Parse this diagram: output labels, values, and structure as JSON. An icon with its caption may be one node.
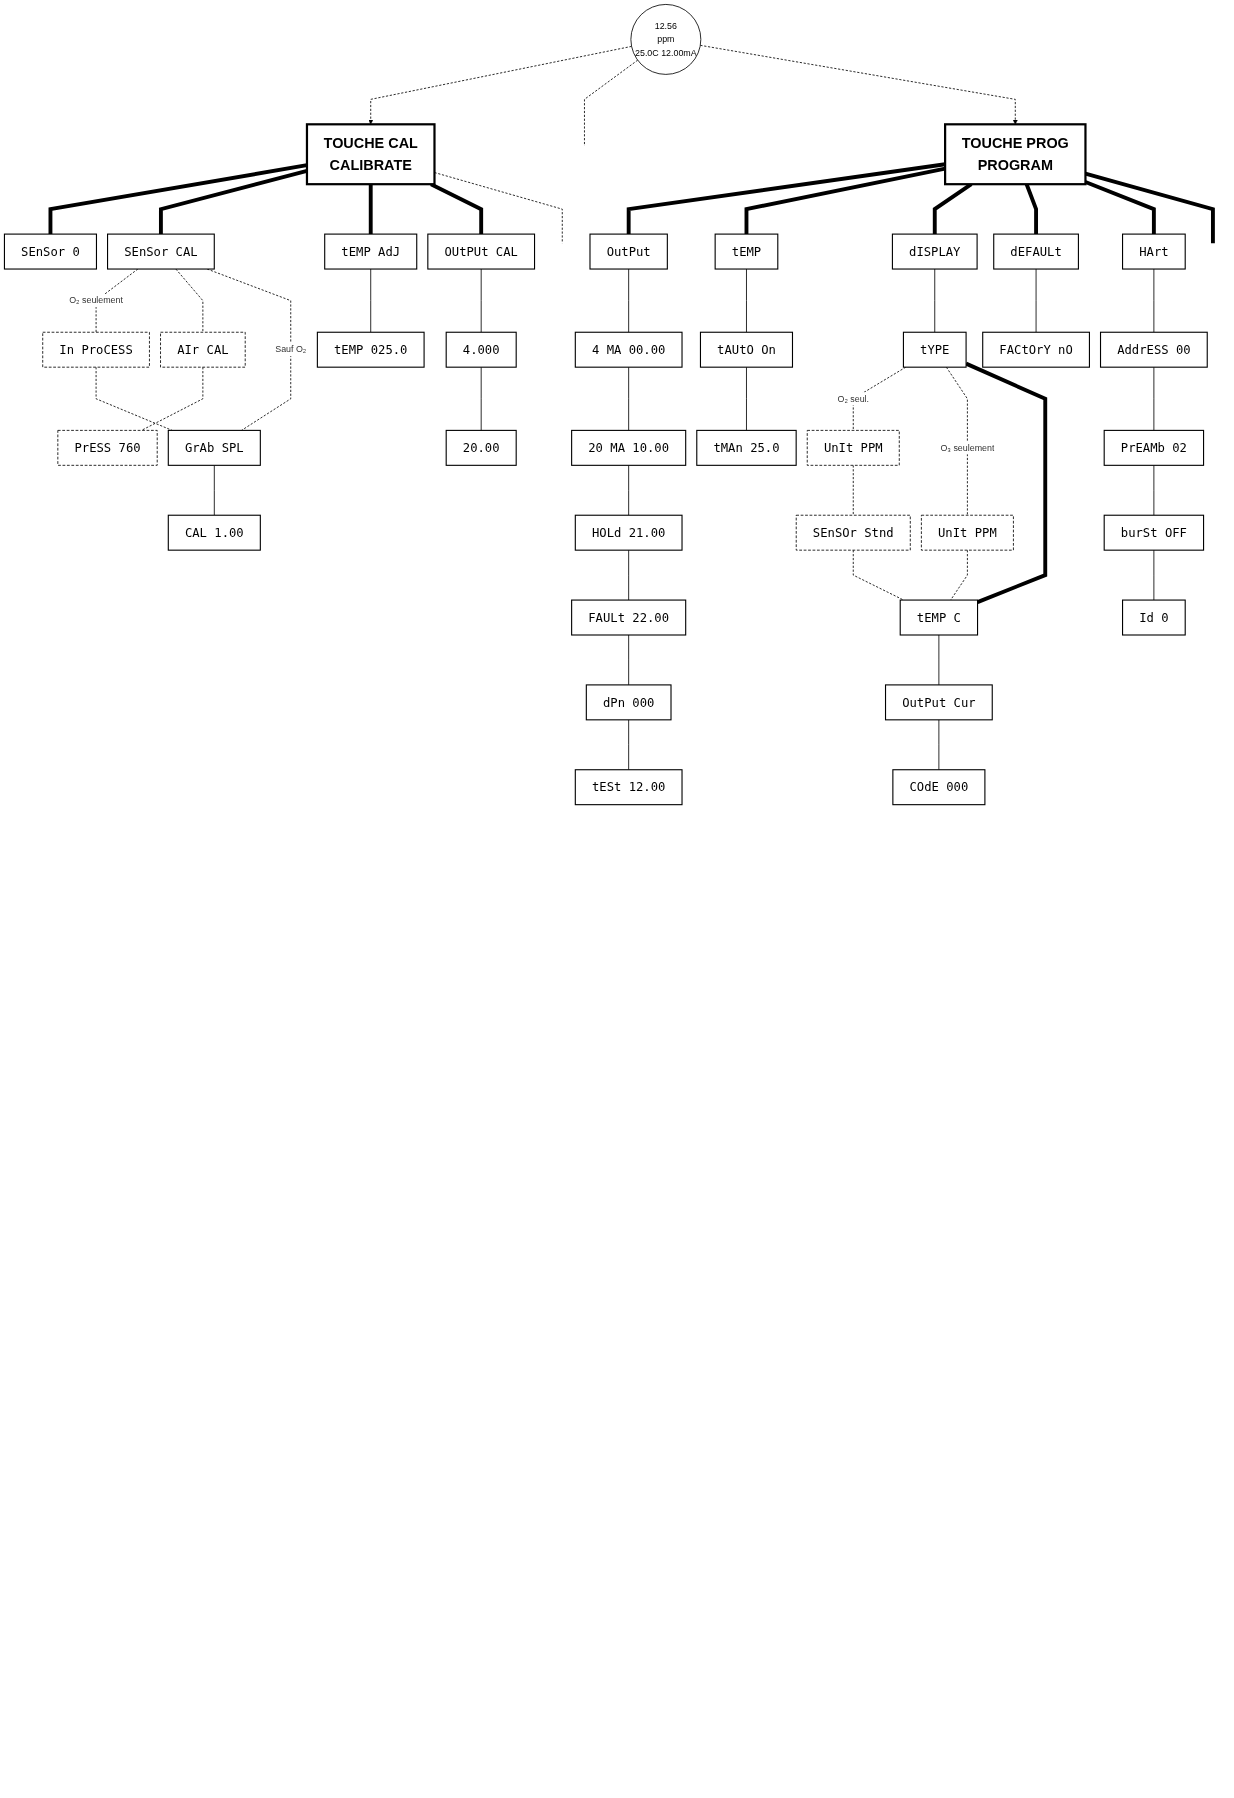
{
  "diagram": {
    "nodes": [
      {
        "text": [
          "TOUCHE CAL",
          "CALIBRATE"
        ]
      },
      {
        "text": [
          "12.56",
          "ppm",
          "25.0C 12.00mA"
        ]
      },
      {
        "text": [
          "SEnSor 0"
        ]
      },
      {
        "text": [
          "SEnSor CAL"
        ]
      },
      {
        "text": [
          "tEMP AdJ"
        ]
      },
      {
        "text": [
          "tEMP 025.0"
        ]
      },
      {
        "text": [
          "OUtPUt CAL"
        ]
      },
      {
        "text": [
          "4.000"
        ]
      },
      {
        "text": [
          "20.00"
        ]
      },
      {
        "text": [
          "In ProCESS"
        ]
      },
      {
        "text": [
          "AIr CAL"
        ]
      },
      {
        "text": [
          "PrESS 760"
        ]
      },
      {
        "text": [
          "GrAb SPL"
        ]
      },
      {
        "text": [
          "CAL 1.00"
        ]
      },
      {
        "text": [
          "TOUCHE PROG",
          "PROGRAM"
        ]
      },
      {
        "text": [
          "OutPut"
        ]
      },
      {
        "text": [
          "4 MA 00.00"
        ]
      },
      {
        "text": [
          "20 MA 10.00"
        ]
      },
      {
        "text": [
          "HOLd 21.00"
        ]
      },
      {
        "text": [
          "FAULt 22.00"
        ]
      },
      {
        "text": [
          "dPn 000"
        ]
      },
      {
        "text": [
          "tESt 12.00"
        ]
      },
      {
        "text": [
          "tEMP"
        ]
      },
      {
        "text": [
          "tAUtO On"
        ]
      },
      {
        "text": [
          "tMAn 25.0"
        ]
      },
      {
        "text": [
          "dISPLAY"
        ]
      },
      {
        "text": [
          "tYPE"
        ]
      },
      {
        "text": [
          "UnIt PPM"
        ]
      },
      {
        "text": [
          "SEnSOr Stnd"
        ]
      },
      {
        "text": [
          "UnIt PPM"
        ]
      },
      {
        "text": [
          "tEMP C"
        ]
      },
      {
        "text": [
          "OutPut Cur"
        ]
      },
      {
        "text": [
          "COdE 000"
        ]
      },
      {
        "text": [
          "dEFAULt"
        ]
      },
      {
        "text": [
          "FACtOrY nO"
        ]
      },
      {
        "text": [
          "HArt"
        ]
      },
      {
        "text": [
          "AddrESS 00"
        ]
      },
      {
        "text": [
          "PrEAMb 02"
        ]
      },
      {
        "text": [
          "burSt OFF"
        ]
      },
      {
        "text": [
          "Id 0"
        ]
      }
    ],
    "edges": [
      {
        "from": 1,
        "to": 0,
        "arrow": "to",
        "style": "dashed"
      },
      {
        "from": 1,
        "to": null,
        "arrow": "none",
        "style": "dashed"
      },
      {
        "from": 1,
        "to": 14,
        "arrow": "to",
        "style": "dashed"
      },
      {
        "from": 0,
        "to": 2,
        "arrow": "none",
        "style": "thick"
      },
      {
        "from": 0,
        "to": 3,
        "arrow": "none",
        "style": "thick"
      },
      {
        "from": 0,
        "to": 4,
        "arrow": "none",
        "style": "thick"
      },
      {
        "from": 0,
        "to": 6,
        "arrow": "none",
        "style": "thick"
      },
      {
        "from": 0,
        "to": null,
        "arrow": "none",
        "style": "dashed"
      },
      {
        "from": 4,
        "to": 5,
        "arrow": "none"
      },
      {
        "from": 6,
        "to": 7,
        "arrow": "none"
      },
      {
        "from": 7,
        "to": 8,
        "arrow": "none"
      },
      {
        "from": 3,
        "to": 9,
        "label": "O₂ seulement",
        "arrow": "none",
        "style": "dashed"
      },
      {
        "from": 3,
        "to": 10,
        "arrow": "none",
        "style": "dashed"
      },
      {
        "from": 3,
        "to": 12,
        "label": "Sauf O₂",
        "arrow": "none",
        "style": "dashed"
      },
      {
        "from": 9,
        "to": 12,
        "arrow": "none",
        "style": "dashed"
      },
      {
        "from": 10,
        "to": 11,
        "arrow": "none",
        "style": "dashed"
      },
      {
        "from": 12,
        "to": 13,
        "arrow": "none"
      },
      {
        "from": 14,
        "to": 15,
        "arrow": "none",
        "style": "thick"
      },
      {
        "from": 14,
        "to": 22,
        "arrow": "none",
        "style": "thick"
      },
      {
        "from": 14,
        "to": 25,
        "arrow": "none",
        "style": "thick"
      },
      {
        "from": 14,
        "to": 33,
        "arrow": "none",
        "style": "thick"
      },
      {
        "from": 14,
        "to": 35,
        "arrow": "none",
        "style": "thick"
      },
      {
        "from": 14,
        "to": null,
        "arrow": "none",
        "style": "thick"
      },
      {
        "from": 15,
        "to": 16,
        "arrow": "none"
      },
      {
        "from": 16,
        "to": 17,
        "arrow": "none"
      },
      {
        "from": 17,
        "to": 18,
        "arrow": "none"
      },
      {
        "from": 18,
        "to": 19,
        "arrow": "none"
      },
      {
        "from": 19,
        "to": 20,
        "arrow": "none"
      },
      {
        "from": 20,
        "to": 21,
        "arrow": "none"
      },
      {
        "from": 22,
        "to": 23,
        "arrow": "none"
      },
      {
        "from": 23,
        "to": 24,
        "arrow": "none"
      },
      {
        "from": 25,
        "to": 26,
        "arrow": "none"
      },
      {
        "from": 26,
        "to": 27,
        "label": "O₂ seul.",
        "arrow": "none",
        "style": "dashed"
      },
      {
        "from": 27,
        "to": 28,
        "arrow": "none",
        "style": "dashed"
      },
      {
        "from": 28,
        "to": 30,
        "arrow": "none",
        "style": "dashed"
      },
      {
        "from": 26,
        "to": 29,
        "label": "O₃ seulement",
        "arrow": "none",
        "style": "dashed"
      },
      {
        "from": 29,
        "to": 30,
        "arrow": "none",
        "style": "dashed"
      },
      {
        "from": 26,
        "to": 30,
        "arrow": "none",
        "style": "thick"
      },
      {
        "from": 30,
        "to": 31,
        "arrow": "none"
      },
      {
        "from": 31,
        "to": 32,
        "arrow": "none"
      },
      {
        "from": 33,
        "to": 34,
        "arrow": "none"
      },
      {
        "from": 35,
        "to": 36,
        "arrow": "none"
      },
      {
        "from": 36,
        "to": 37,
        "arrow": "none"
      },
      {
        "from": 37,
        "to": 38,
        "arrow": "none"
      },
      {
        "from": 38,
        "to": 39,
        "arrow": "none"
      }
    ]
  }
}
